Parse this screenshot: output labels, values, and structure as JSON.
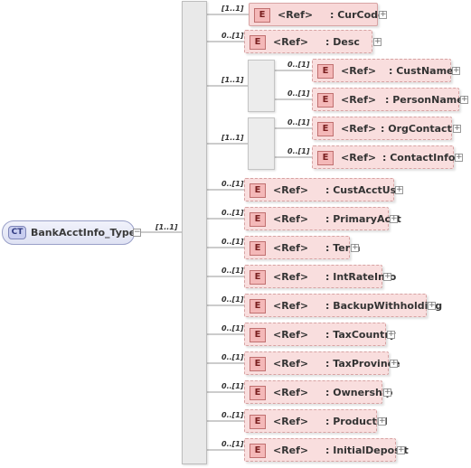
{
  "root": {
    "badge": "CT",
    "name": "BankAcctInfo_Type",
    "cardinality": "[1..1]"
  },
  "element_badge": "E",
  "ref_label": "<Ref>",
  "elements": [
    {
      "name": ": CurCode",
      "cardinality": "[1..1]"
    },
    {
      "name": ": Desc",
      "cardinality": "0..[1]"
    },
    {
      "name": ": CustName",
      "cardinality": "0..[1]"
    },
    {
      "name": ": PersonName",
      "cardinality": "0..[1]"
    },
    {
      "name": ": OrgContact",
      "cardinality": "0..[1]"
    },
    {
      "name": ": ContactInfo",
      "cardinality": "0..[1]"
    },
    {
      "name": ": CustAcctUse",
      "cardinality": "0..[1]"
    },
    {
      "name": ": PrimaryAcct",
      "cardinality": "0..[1]"
    },
    {
      "name": ": Term",
      "cardinality": "0..[1]"
    },
    {
      "name": ": IntRateInfo",
      "cardinality": "0..[1]"
    },
    {
      "name": ": BackupWithholding",
      "cardinality": "0..[1]"
    },
    {
      "name": ": TaxCountry",
      "cardinality": "0..[1]"
    },
    {
      "name": ": TaxProvince",
      "cardinality": "0..[1]"
    },
    {
      "name": ": Ownership",
      "cardinality": "0..[1]"
    },
    {
      "name": ": ProductId",
      "cardinality": "0..[1]"
    },
    {
      "name": ": InitialDeposit",
      "cardinality": "0..[1]"
    }
  ],
  "choices": [
    {
      "cardinality": "[1..1]"
    },
    {
      "cardinality": "[1..1]"
    }
  ],
  "expand_symbol": "+",
  "collapse_symbol": "−"
}
